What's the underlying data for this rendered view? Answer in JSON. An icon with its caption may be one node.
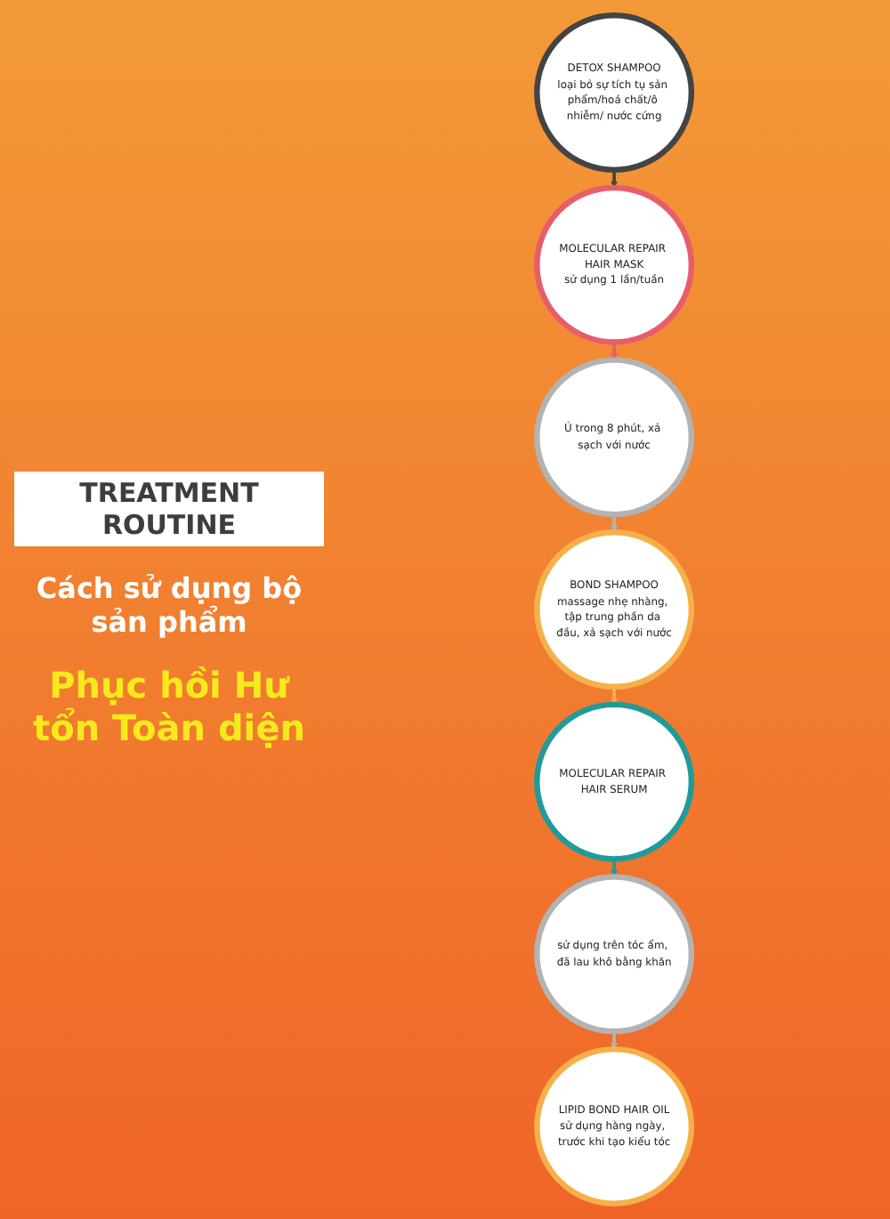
{
  "diagram": {
    "title": "TREATMENT ROUTINE",
    "nodes": [
      {
        "text": [
          "DETOX SHAMPOO",
          "loại bỏ sự tích tụ sản phẩm/hoá chất/ô nhiễm/ nước cứng"
        ]
      },
      {
        "text": [
          "MOLECULAR REPAIR HAIR MASK",
          "sử dụng 1 lần/tuần"
        ]
      },
      {
        "text": [
          "Ủ trong 8 phút, xả sạch với nước"
        ]
      },
      {
        "text": [
          "BOND SHAMPOO",
          "massage nhẹ nhàng, tập trung phần da đầu, xả sạch với nước"
        ]
      },
      {
        "text": [
          "MOLECULAR REPAIR HAIR SERUM"
        ]
      },
      {
        "text": [
          "sử dụng trên tóc ẩm, đã lau khô bằng khăn"
        ]
      },
      {
        "text": [
          "LIPID BOND HAIR OIL",
          "sử dụng hàng ngày, trước khi tạo kiểu tóc"
        ]
      }
    ],
    "edges": [
      {
        "from": 0,
        "to": 1,
        "arrow": "to",
        "color": "#444444"
      },
      {
        "from": 1,
        "to": 2,
        "arrow": "to",
        "color": "#e85d6a"
      },
      {
        "from": 2,
        "to": 3,
        "arrow": "to"
      },
      {
        "from": 3,
        "to": 4,
        "arrow": "to",
        "color": "#f6b04a"
      },
      {
        "from": 4,
        "to": 5,
        "arrow": "to",
        "color": "#219a9a"
      },
      {
        "from": 5,
        "to": 6,
        "arrow": "to"
      }
    ],
    "labels": [
      "Cách sử dụng bộ sản phẩm",
      "Phục hồi Hư tổn Toàn diện"
    ]
  }
}
